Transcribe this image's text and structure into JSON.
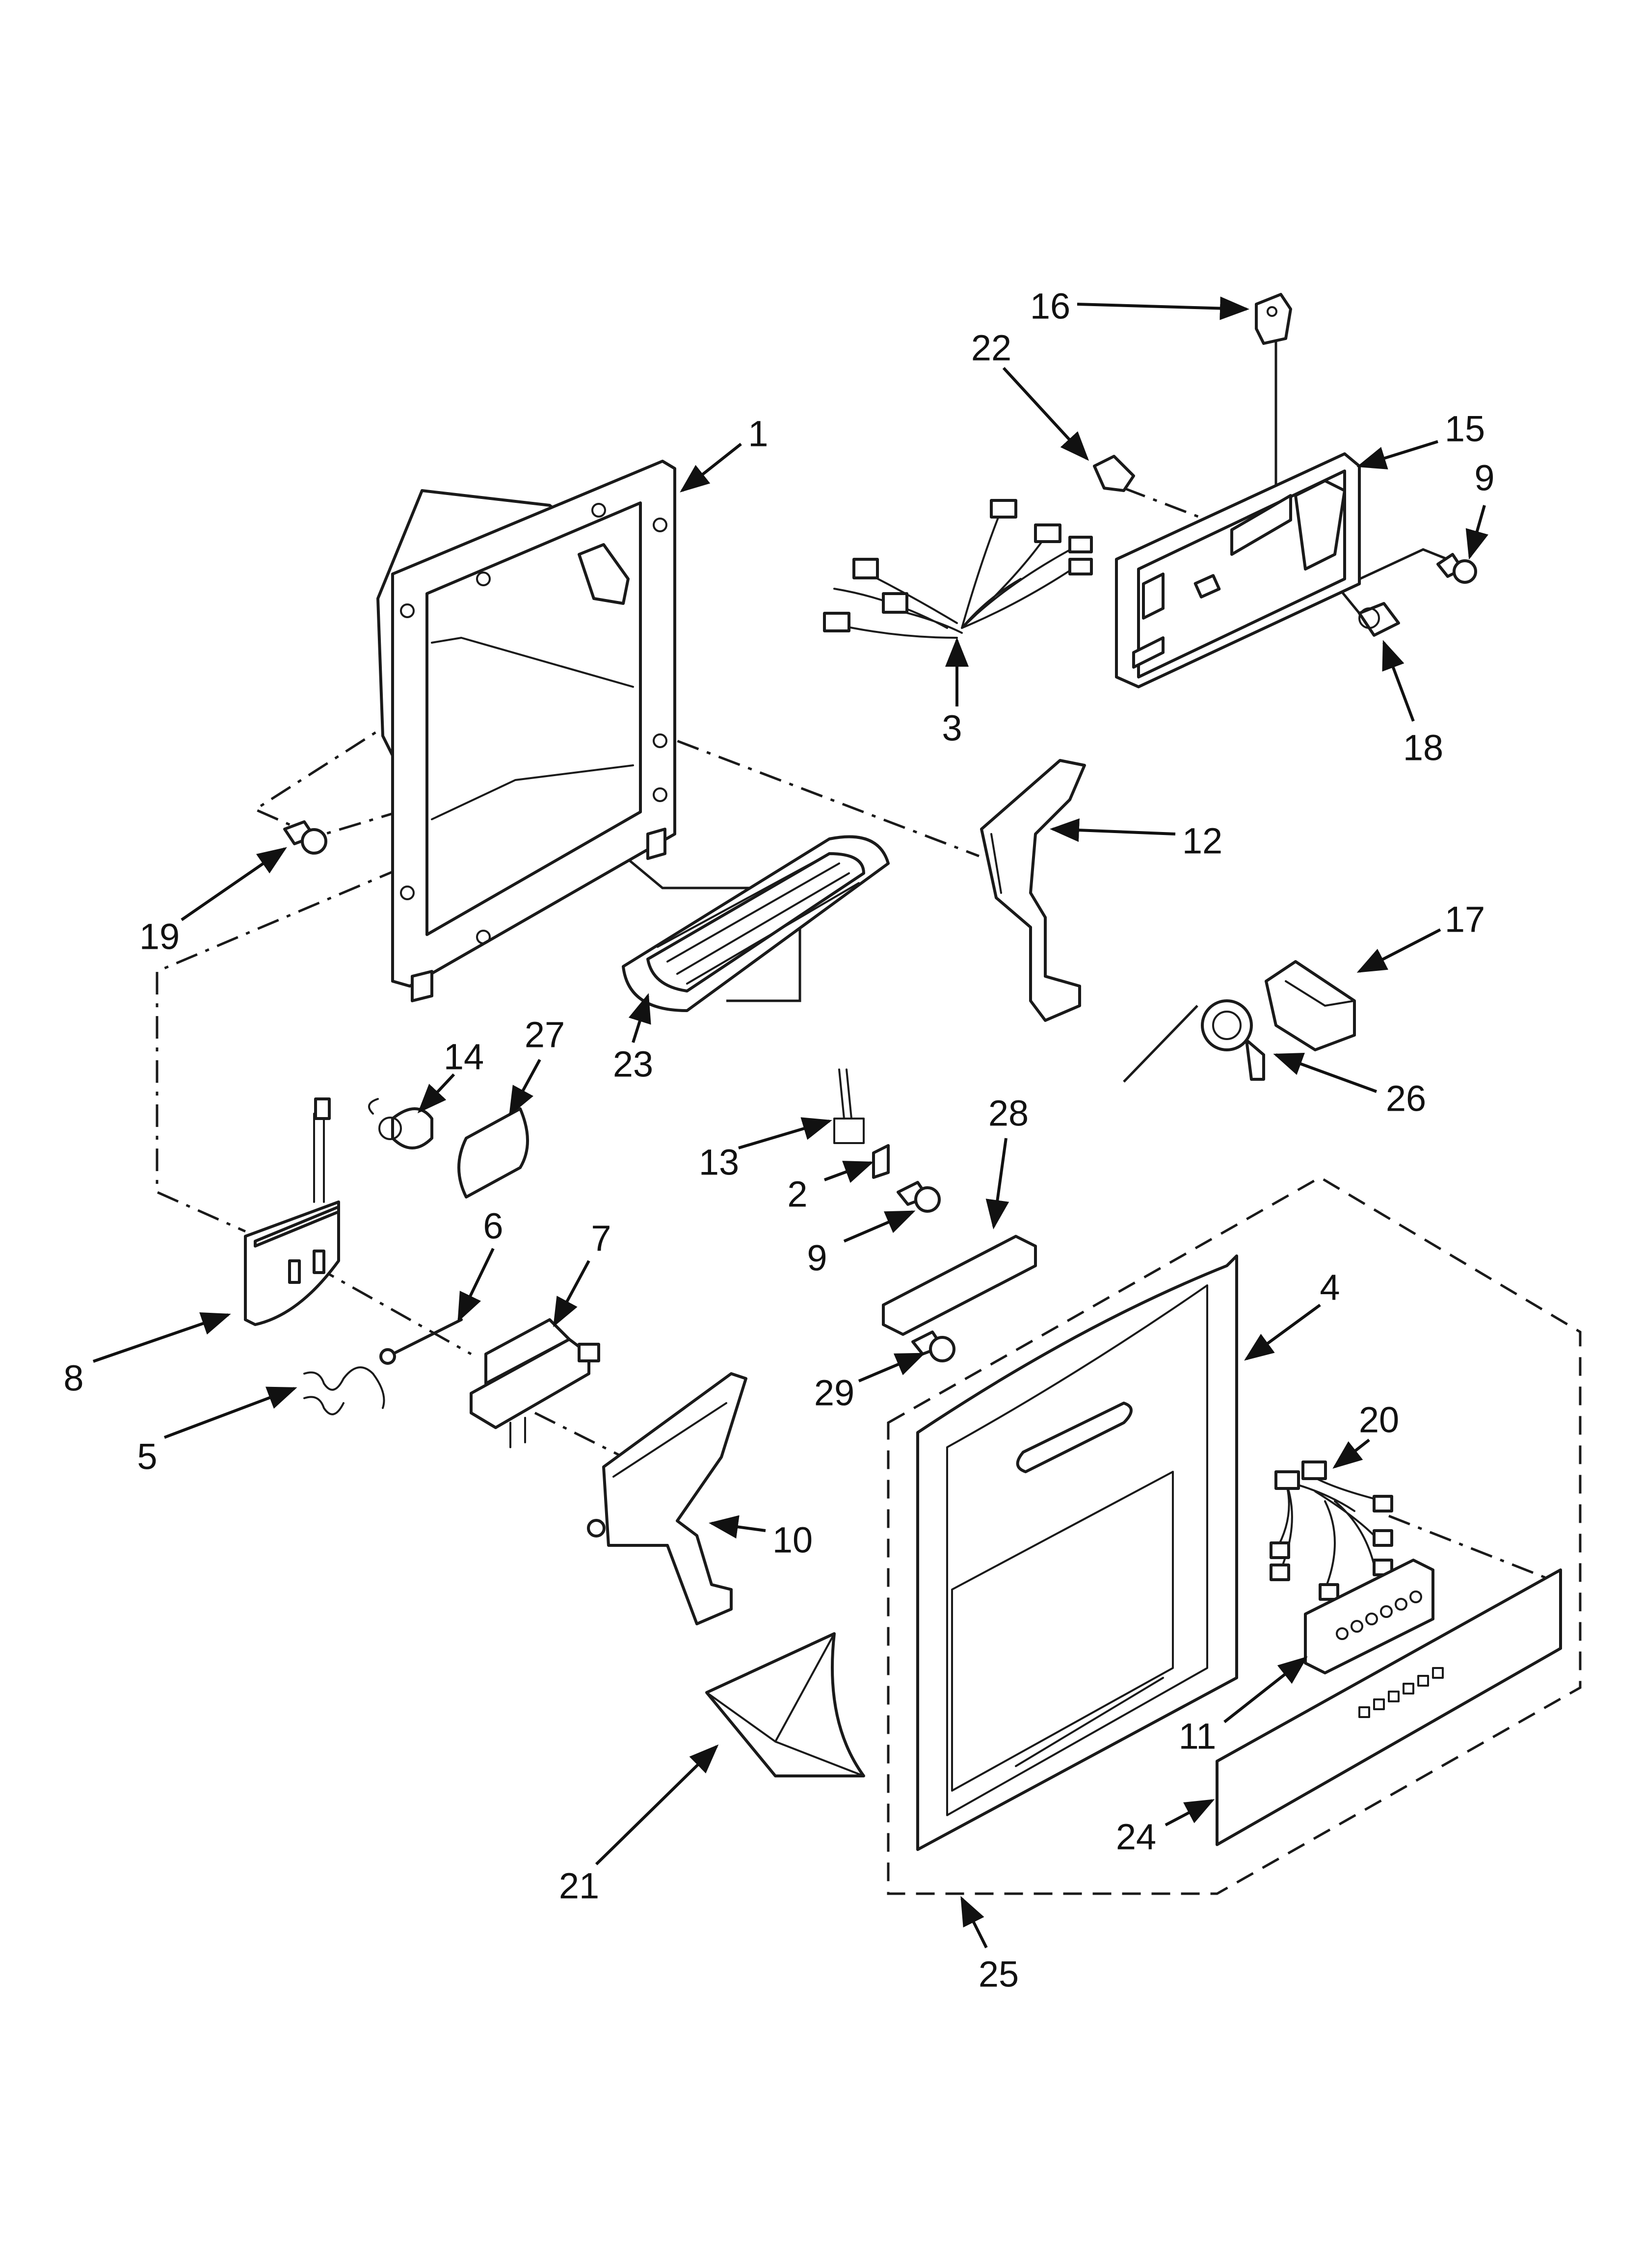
{
  "diagram": {
    "callouts": [
      {
        "id": "1",
        "label": "1"
      },
      {
        "id": "2",
        "label": "2"
      },
      {
        "id": "3",
        "label": "3"
      },
      {
        "id": "4",
        "label": "4"
      },
      {
        "id": "5",
        "label": "5"
      },
      {
        "id": "6",
        "label": "6"
      },
      {
        "id": "7",
        "label": "7"
      },
      {
        "id": "8",
        "label": "8"
      },
      {
        "id": "9a",
        "label": "9"
      },
      {
        "id": "9b",
        "label": "9"
      },
      {
        "id": "10",
        "label": "10"
      },
      {
        "id": "11",
        "label": "11"
      },
      {
        "id": "12",
        "label": "12"
      },
      {
        "id": "13",
        "label": "13"
      },
      {
        "id": "14",
        "label": "14"
      },
      {
        "id": "15",
        "label": "15"
      },
      {
        "id": "16",
        "label": "16"
      },
      {
        "id": "17",
        "label": "17"
      },
      {
        "id": "18",
        "label": "18"
      },
      {
        "id": "19",
        "label": "19"
      },
      {
        "id": "20",
        "label": "20"
      },
      {
        "id": "21",
        "label": "21"
      },
      {
        "id": "22",
        "label": "22"
      },
      {
        "id": "23",
        "label": "23"
      },
      {
        "id": "24",
        "label": "24"
      },
      {
        "id": "25",
        "label": "25"
      },
      {
        "id": "26",
        "label": "26"
      },
      {
        "id": "27",
        "label": "27"
      },
      {
        "id": "28",
        "label": "28"
      },
      {
        "id": "29",
        "label": "29"
      }
    ]
  }
}
